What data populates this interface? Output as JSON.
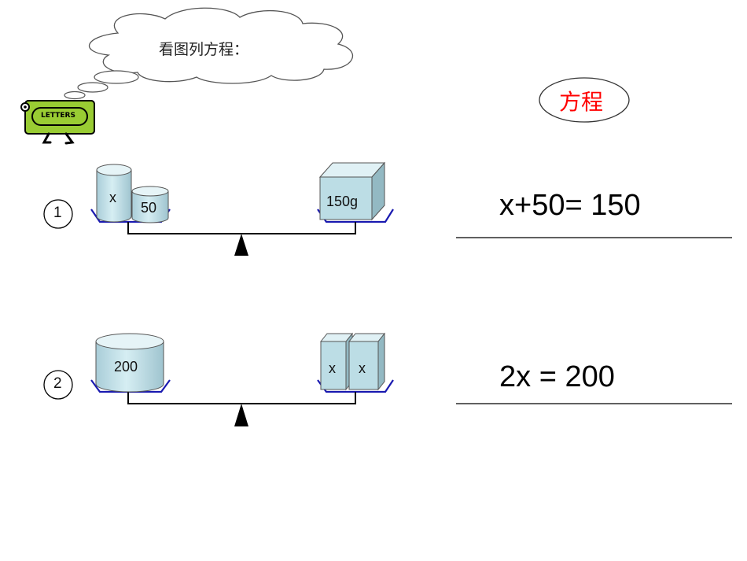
{
  "thought_bubble": {
    "text": "看图列方程："
  },
  "logo": {
    "text": "LETTERS"
  },
  "badge": {
    "text": "方程",
    "color": "#ff0000"
  },
  "problems": [
    {
      "number": "1",
      "left_weights": [
        "x",
        "50"
      ],
      "right_weights": [
        "150g"
      ],
      "equation": "x+50= 150"
    },
    {
      "number": "2",
      "left_weights": [
        "200"
      ],
      "right_weights": [
        "x",
        "x"
      ],
      "equation": "2x = 200"
    }
  ],
  "colors": {
    "weight_fill": "#c6e3ea",
    "pan_color": "#1a1ab0",
    "logo_green": "#99cc33"
  }
}
